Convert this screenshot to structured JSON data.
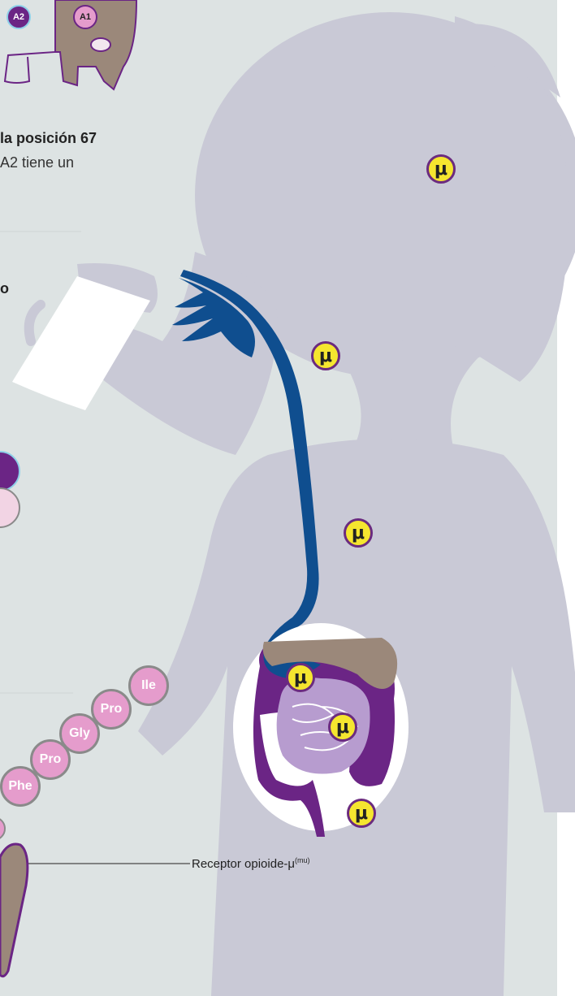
{
  "cow": {
    "badge_a2": "A2",
    "badge_a1": "A1"
  },
  "heading": {
    "line1": "la posición 67",
    "line2": "A2 tiene un"
  },
  "fragment_o": "o",
  "mu_symbol": "μ",
  "peptide": [
    "Phe",
    "Pro",
    "Gly",
    "Pro",
    "Ile"
  ],
  "receptor": {
    "label": "Receptor opioide-μ",
    "superscript": "(mu)"
  },
  "colors": {
    "background": "#dde3e3",
    "silhouette": "#c9c9d6",
    "esophagus": "#0f4e8f",
    "liver": "#9b887a",
    "intestine_dark": "#6b2585",
    "intestine_light": "#b79ccf",
    "mu_fill": "#f5e62f",
    "mu_border": "#6b2b7f",
    "peptide_fill": "#e59ccc"
  }
}
